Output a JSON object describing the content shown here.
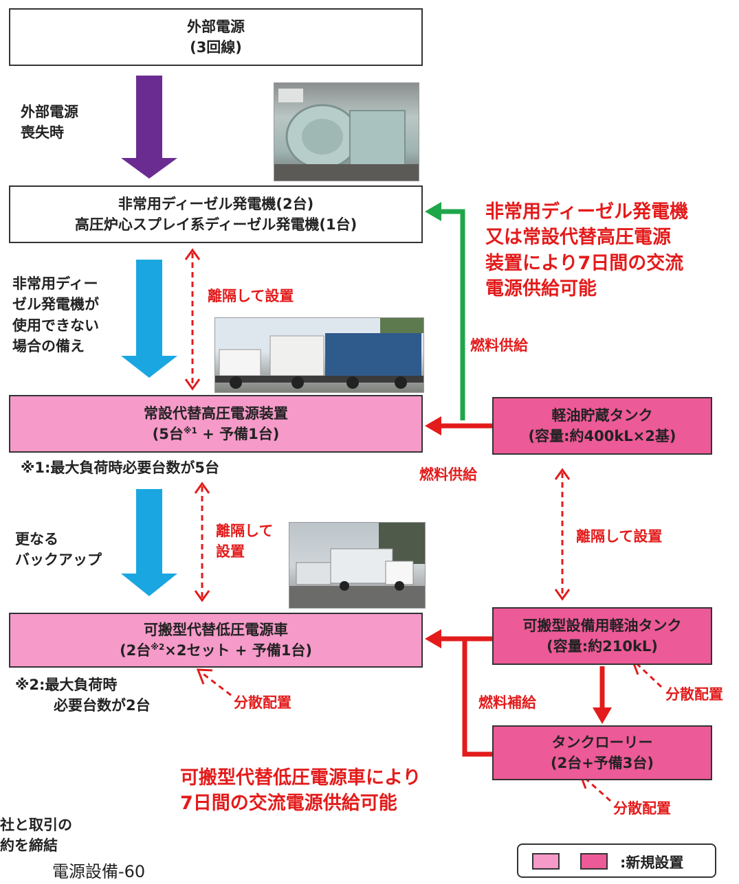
{
  "boxes": {
    "external_power": {
      "line1": "外部電源",
      "line2": "(3回線)"
    },
    "diesel_gen": {
      "line1": "非常用ディーゼル発電機(2台)",
      "line2": "高圧炉心スプレイ系ディーゼル発電機(1台)"
    },
    "hv_power": {
      "line1": "常設代替高圧電源装置",
      "line2_pre": "(5台",
      "sup": "※1",
      "line2_post": " + 予備1台)"
    },
    "lv_car": {
      "line1": "可搬型代替低圧電源車",
      "line2_pre": "(2台",
      "sup": "※2",
      "line2_post": "×2セット + 予備1台)"
    },
    "oil_tank": {
      "line1": "軽油貯蔵タンク",
      "line2": "(容量:約400kL×2基)"
    },
    "portable_tank": {
      "line1": "可搬型設備用軽油タンク",
      "line2": "(容量:約210kL)"
    },
    "lorry": {
      "line1": "タンクローリー",
      "line2": "(2台+予備3台)"
    }
  },
  "labels": {
    "loss_line1": "外部電源",
    "loss_line2": "喪失時",
    "unusable_line1": "非常用ディー",
    "unusable_line2": "ゼル発電機が",
    "unusable_line3": "使用できない",
    "unusable_line4": "場合の備え",
    "backup_line1": "更なる",
    "backup_line2": "バックアップ",
    "note1": "※1:最大負荷時必要台数が5台",
    "note2_line1": "※2:最大負荷時",
    "note2_line2": "必要台数が2台",
    "separated1": "離隔して設置",
    "separated2_line1": "離隔して",
    "separated2_line2": "設置",
    "separated3": "離隔して設置",
    "fuel_supply_green": "燃料供給",
    "fuel_supply_red": "燃料供給",
    "fuel_refill": "燃料補給",
    "dispersed1": "分散配置",
    "dispersed2": "分散配置",
    "dispersed3": "分散配置",
    "callout1_line1": "非常用ディーゼル発電機",
    "callout1_line2": "又は常設代替高圧電源",
    "callout1_line3": "装置により7日間の交流",
    "callout1_line4": "電源供給可能",
    "callout2_line1": "可搬型代替低圧電源車により",
    "callout2_line2": "7日間の交流電源供給可能",
    "cut_line1": "社と取引の",
    "cut_line2": "約を締結",
    "cut_line3": "電源設備-60"
  },
  "legend": {
    "text": ":新規設置"
  },
  "colors": {
    "purple": "#6b2c91",
    "blue": "#1aa7e1",
    "red": "#e31b1b",
    "green": "#1fa64a",
    "pink_light": "#f59ac9",
    "pink_dark": "#ec5a97"
  }
}
